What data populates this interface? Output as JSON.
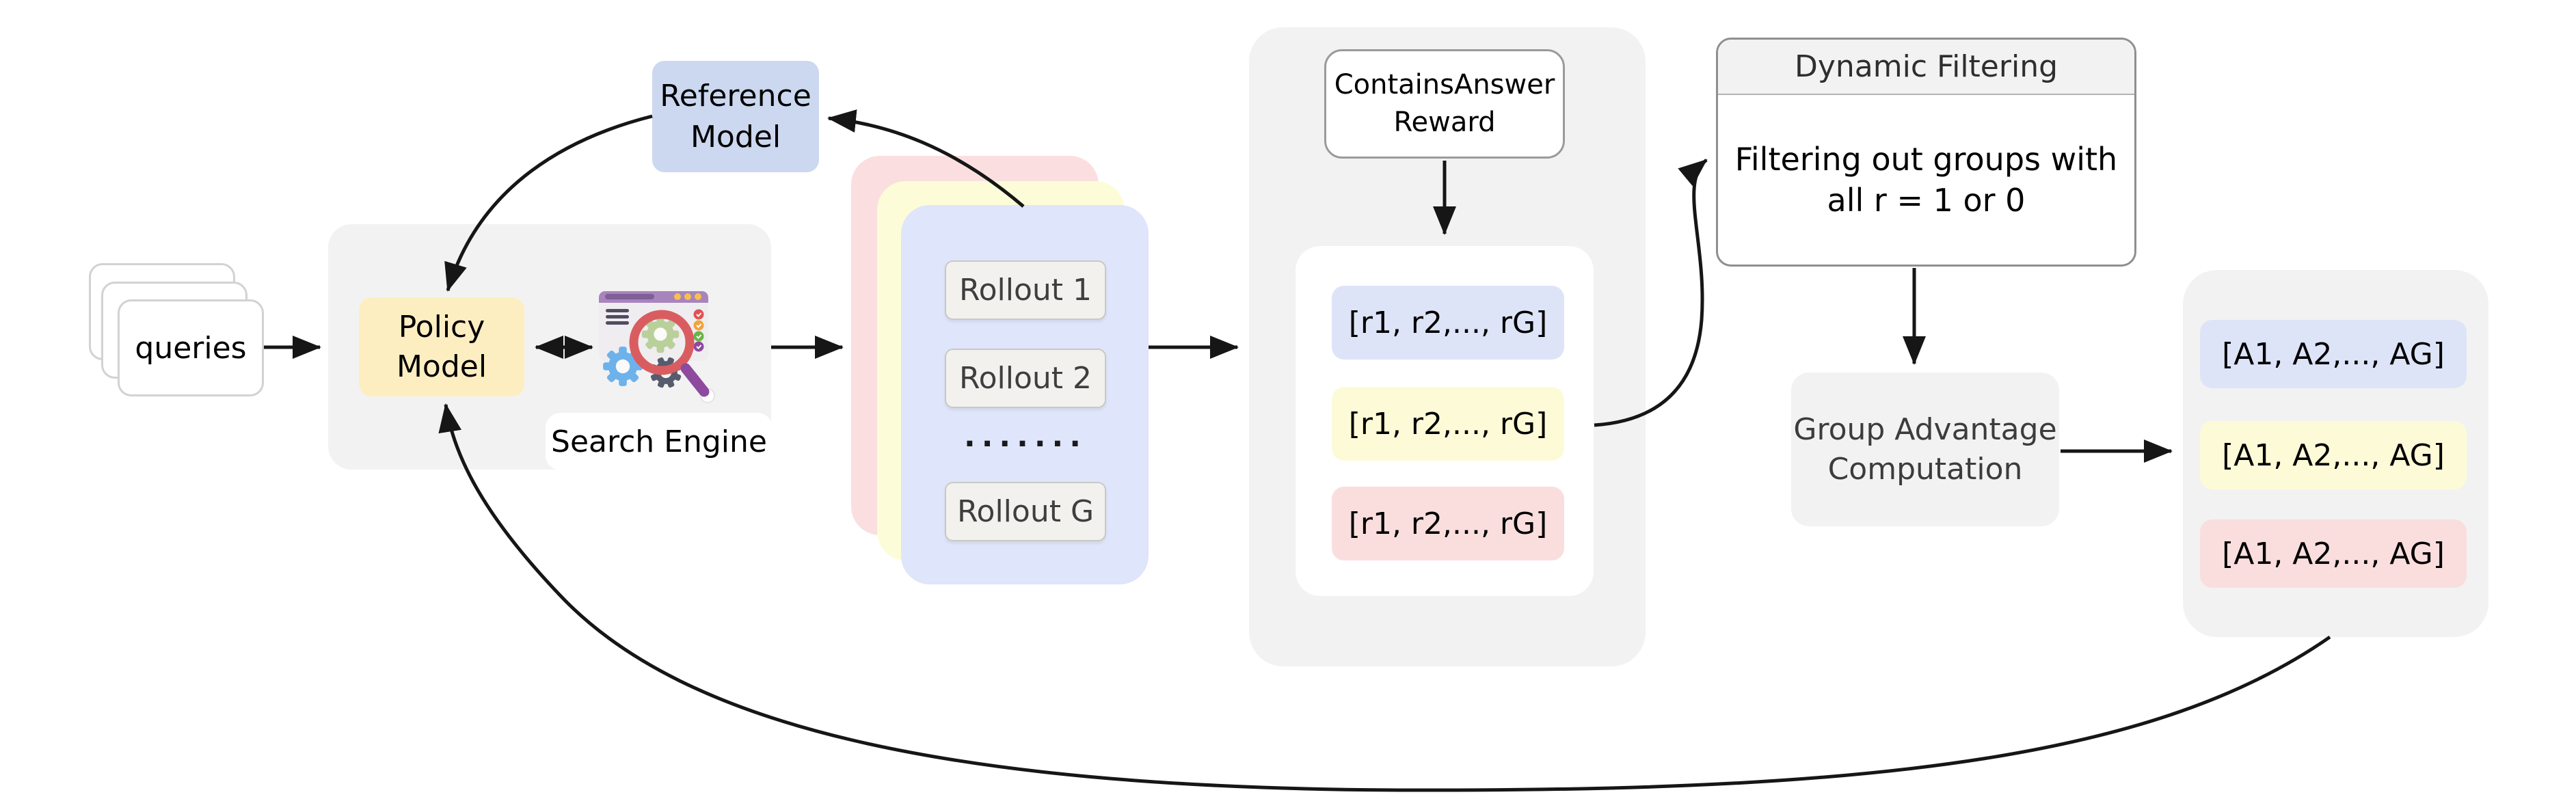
{
  "colors": {
    "container_gray": "#f2f2f2",
    "policy_yellow": "#fdeec2",
    "reference_blue": "#ccd8ef",
    "stack_pink": "#fbdfe0",
    "stack_yellow": "#fdfcd8",
    "stack_blue": "#dfe5fa",
    "group_blue": "#dee4f8",
    "group_yellow": "#fdfbd7",
    "group_pink": "#fadede",
    "arrow_black": "#161616"
  },
  "nodes": {
    "queries": {
      "label": "queries"
    },
    "policy": {
      "line1": "Policy",
      "line2": "Model"
    },
    "search_engine": {
      "label": "Search Engine"
    },
    "reference": {
      "line1": "Reference",
      "line2": "Model"
    },
    "rollouts": {
      "item1": "Rollout 1",
      "item2": "Rollout 2",
      "ellipsis": ".......",
      "item_last": "Rollout G"
    },
    "reward_model": {
      "line1": "ContainsAnswer",
      "line2": "Reward"
    },
    "reward_groups": [
      "[r1, r2,..., rG]",
      "[r1, r2,..., rG]",
      "[r1, r2,..., rG]"
    ],
    "dynamic_filtering": {
      "title": "Dynamic Filtering",
      "body_line1": "Filtering out groups with",
      "body_line2": "all r = 1 or 0"
    },
    "group_advantage": {
      "line1": "Group Advantage",
      "line2": "Computation"
    },
    "advantage_groups": [
      "[A1, A2,..., AG]",
      "[A1, A2,..., AG]",
      "[A1, A2,..., AG]"
    ]
  }
}
